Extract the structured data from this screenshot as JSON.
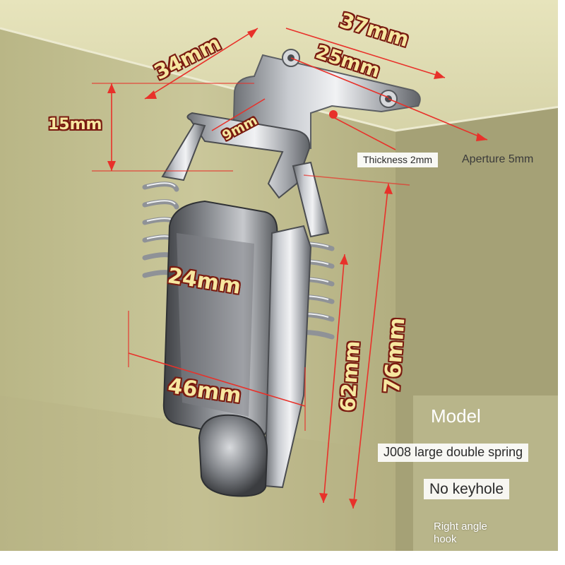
{
  "dimensions": {
    "d34": "34mm",
    "d37": "37mm",
    "d25": "25mm",
    "d15": "15mm",
    "d9": "9mm",
    "d24": "24mm",
    "d46": "46mm",
    "d62": "62mm",
    "d76": "76mm"
  },
  "annotations": {
    "thickness": "Thickness 2mm",
    "aperture": "Aperture 5mm"
  },
  "spec_panel": {
    "title": "Model",
    "model": "J008 large double spring",
    "keyhole": "No keyhole",
    "hook_line1": "Right angle",
    "hook_line2": "hook"
  },
  "colors": {
    "box": "#c5c293",
    "box_shade": "#a9a57b",
    "metal": "#b8bcc2",
    "dimension_line": "#e8312a",
    "label_fill": "#f6e7a0",
    "label_outline": "#7a1b10"
  }
}
